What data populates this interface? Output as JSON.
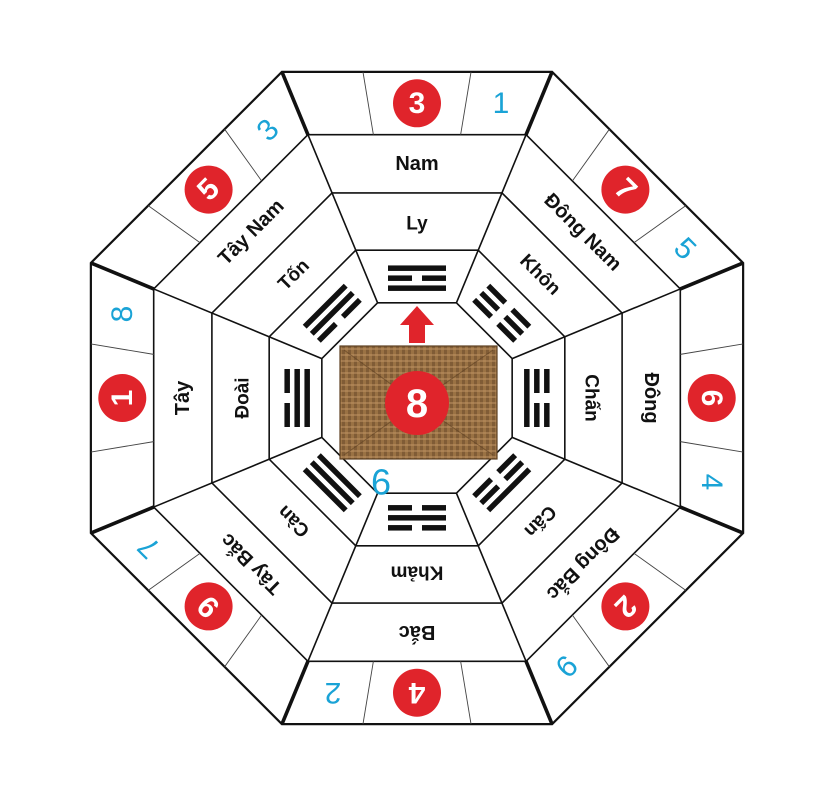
{
  "colors": {
    "red": "#e0242b",
    "cyan": "#1aa3d6",
    "line": "#111111",
    "mat": "#9a7244"
  },
  "center": {
    "number": "8",
    "cyan_number": "6"
  },
  "sectors": [
    {
      "id": "south",
      "direction": "Nam",
      "trigram": "Ly",
      "lines": [
        "solid",
        "broken",
        "solid"
      ],
      "red": "3",
      "cyan": "1"
    },
    {
      "id": "southwest",
      "direction": "Tây Nam",
      "trigram": "Tốn",
      "lines": [
        "solid",
        "solid",
        "broken"
      ],
      "red": "5",
      "cyan": "3"
    },
    {
      "id": "west",
      "direction": "Tây",
      "trigram": "Đoài",
      "lines": [
        "broken",
        "solid",
        "solid"
      ],
      "red": "1",
      "cyan": "8"
    },
    {
      "id": "northwest",
      "direction": "Tây Bắc",
      "trigram": "Càn",
      "lines": [
        "solid",
        "solid",
        "solid"
      ],
      "red": "9",
      "cyan": "7"
    },
    {
      "id": "north",
      "direction": "Bắc",
      "trigram": "Khảm",
      "lines": [
        "broken",
        "solid",
        "broken"
      ],
      "red": "4",
      "cyan": "2"
    },
    {
      "id": "northeast",
      "direction": "Đông Bắc",
      "trigram": "Cấn",
      "lines": [
        "solid",
        "broken",
        "broken"
      ],
      "red": "2",
      "cyan": "9"
    },
    {
      "id": "east",
      "direction": "Đông",
      "trigram": "Chấn",
      "lines": [
        "broken",
        "broken",
        "solid"
      ],
      "red": "6",
      "cyan": "4"
    },
    {
      "id": "southeast",
      "direction": "Đông Nam",
      "trigram": "Khôn",
      "lines": [
        "broken",
        "broken",
        "broken"
      ],
      "red": "7",
      "cyan": "5"
    }
  ]
}
